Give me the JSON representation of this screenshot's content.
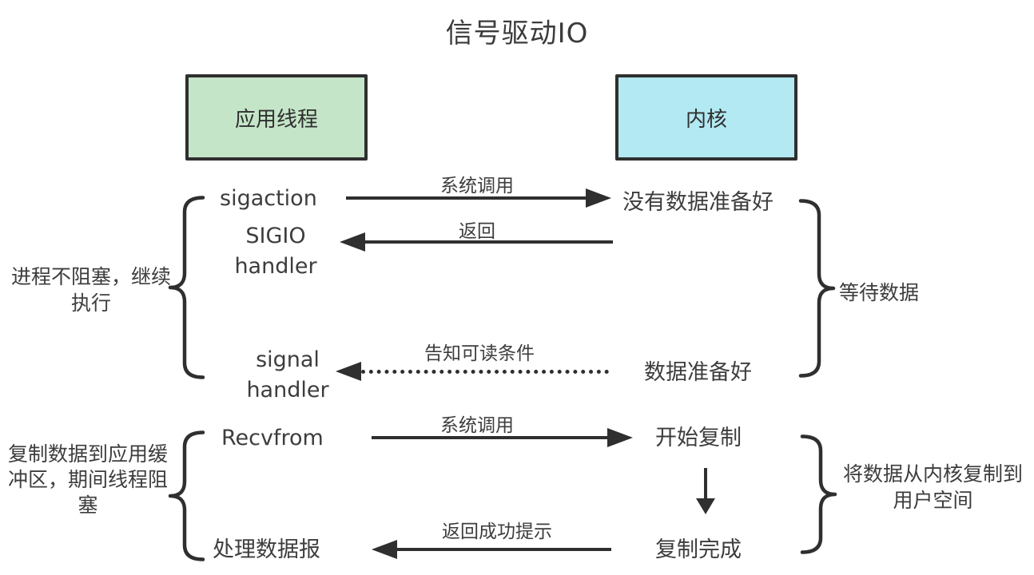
{
  "title": "信号驱动IO",
  "colors": {
    "app_box_fill": "#c5e5c8",
    "kernel_box_fill": "#b2e9f2",
    "line": "#2f2f2f",
    "text": "#3d3d3d"
  },
  "boxes": {
    "app": "应用线程",
    "kernel": "内核"
  },
  "app_column": {
    "sigaction": "sigaction",
    "sigio_handler": "SIGIO\nhandler",
    "signal_handler": "signal\nhandler",
    "recvfrom": "Recvfrom",
    "handle_datagram": "处理数据报"
  },
  "kernel_column": {
    "no_data_ready": "没有数据准备好",
    "data_ready": "数据准备好",
    "copy_begin": "开始复制",
    "copy_done": "复制完成"
  },
  "arrow_labels": {
    "syscall_1": "系统调用",
    "return_1": "返回",
    "notify_readable": "告知可读条件",
    "syscall_2": "系统调用",
    "return_success": "返回成功提示"
  },
  "annotations": {
    "left_top": "进程不阻塞，继续\n执行",
    "left_bottom": "复制数据到应用缓\n冲区，期间线程阻\n塞",
    "right_top": "等待数据",
    "right_bottom": "将数据从内核复制到\n用户空间"
  }
}
